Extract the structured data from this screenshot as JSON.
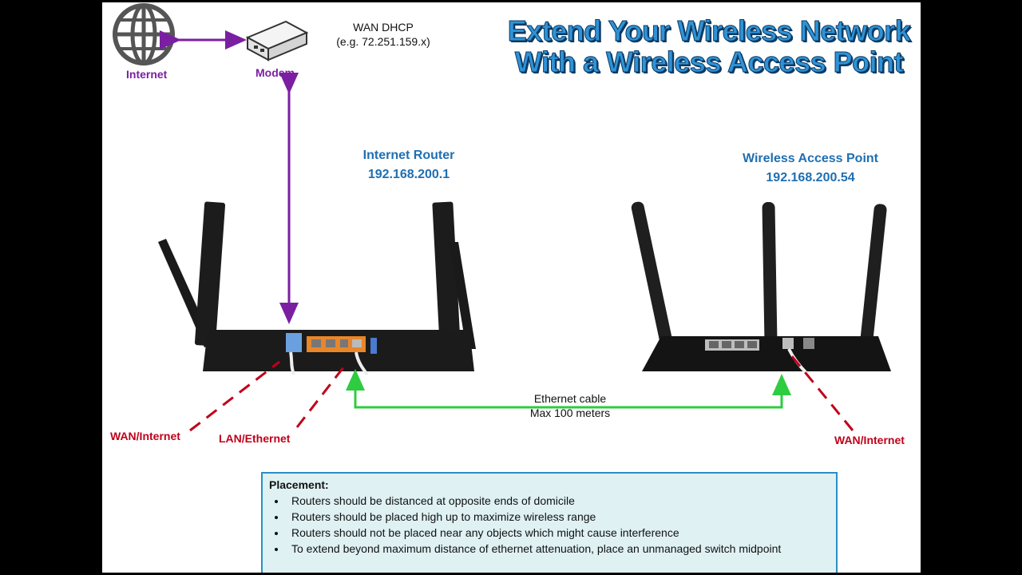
{
  "title": {
    "line1": "Extend Your Wireless Network",
    "line2": "With a Wireless Access Point"
  },
  "internet_label": "Internet",
  "modem_label": "Modem",
  "wan_dhcp": {
    "line1": "WAN DHCP",
    "line2": "(e.g. 72.251.159.x)"
  },
  "router": {
    "name": "Internet Router",
    "ip": "192.168.200.1"
  },
  "access_point": {
    "name": "Wireless Access Point",
    "ip": "192.168.200.54"
  },
  "cable": {
    "line1": "Ethernet cable",
    "line2": "Max 100 meters"
  },
  "port_labels": {
    "router_wan": "WAN/Internet",
    "router_lan": "LAN/Ethernet",
    "ap_wan": "WAN/Internet"
  },
  "placement": {
    "heading": "Placement:",
    "items": [
      "Routers should be distanced at opposite ends of domicile",
      "Routers should be placed high up to maximize wireless range",
      "Routers should not be placed near any objects which might cause interference",
      "To extend beyond maximum distance of ethernet attenuation, place an unmanaged switch midpoint"
    ]
  },
  "colors": {
    "purple": "#7b1fa2",
    "green": "#2ecc40",
    "red": "#c0001a",
    "blue": "#1f6fb2"
  }
}
